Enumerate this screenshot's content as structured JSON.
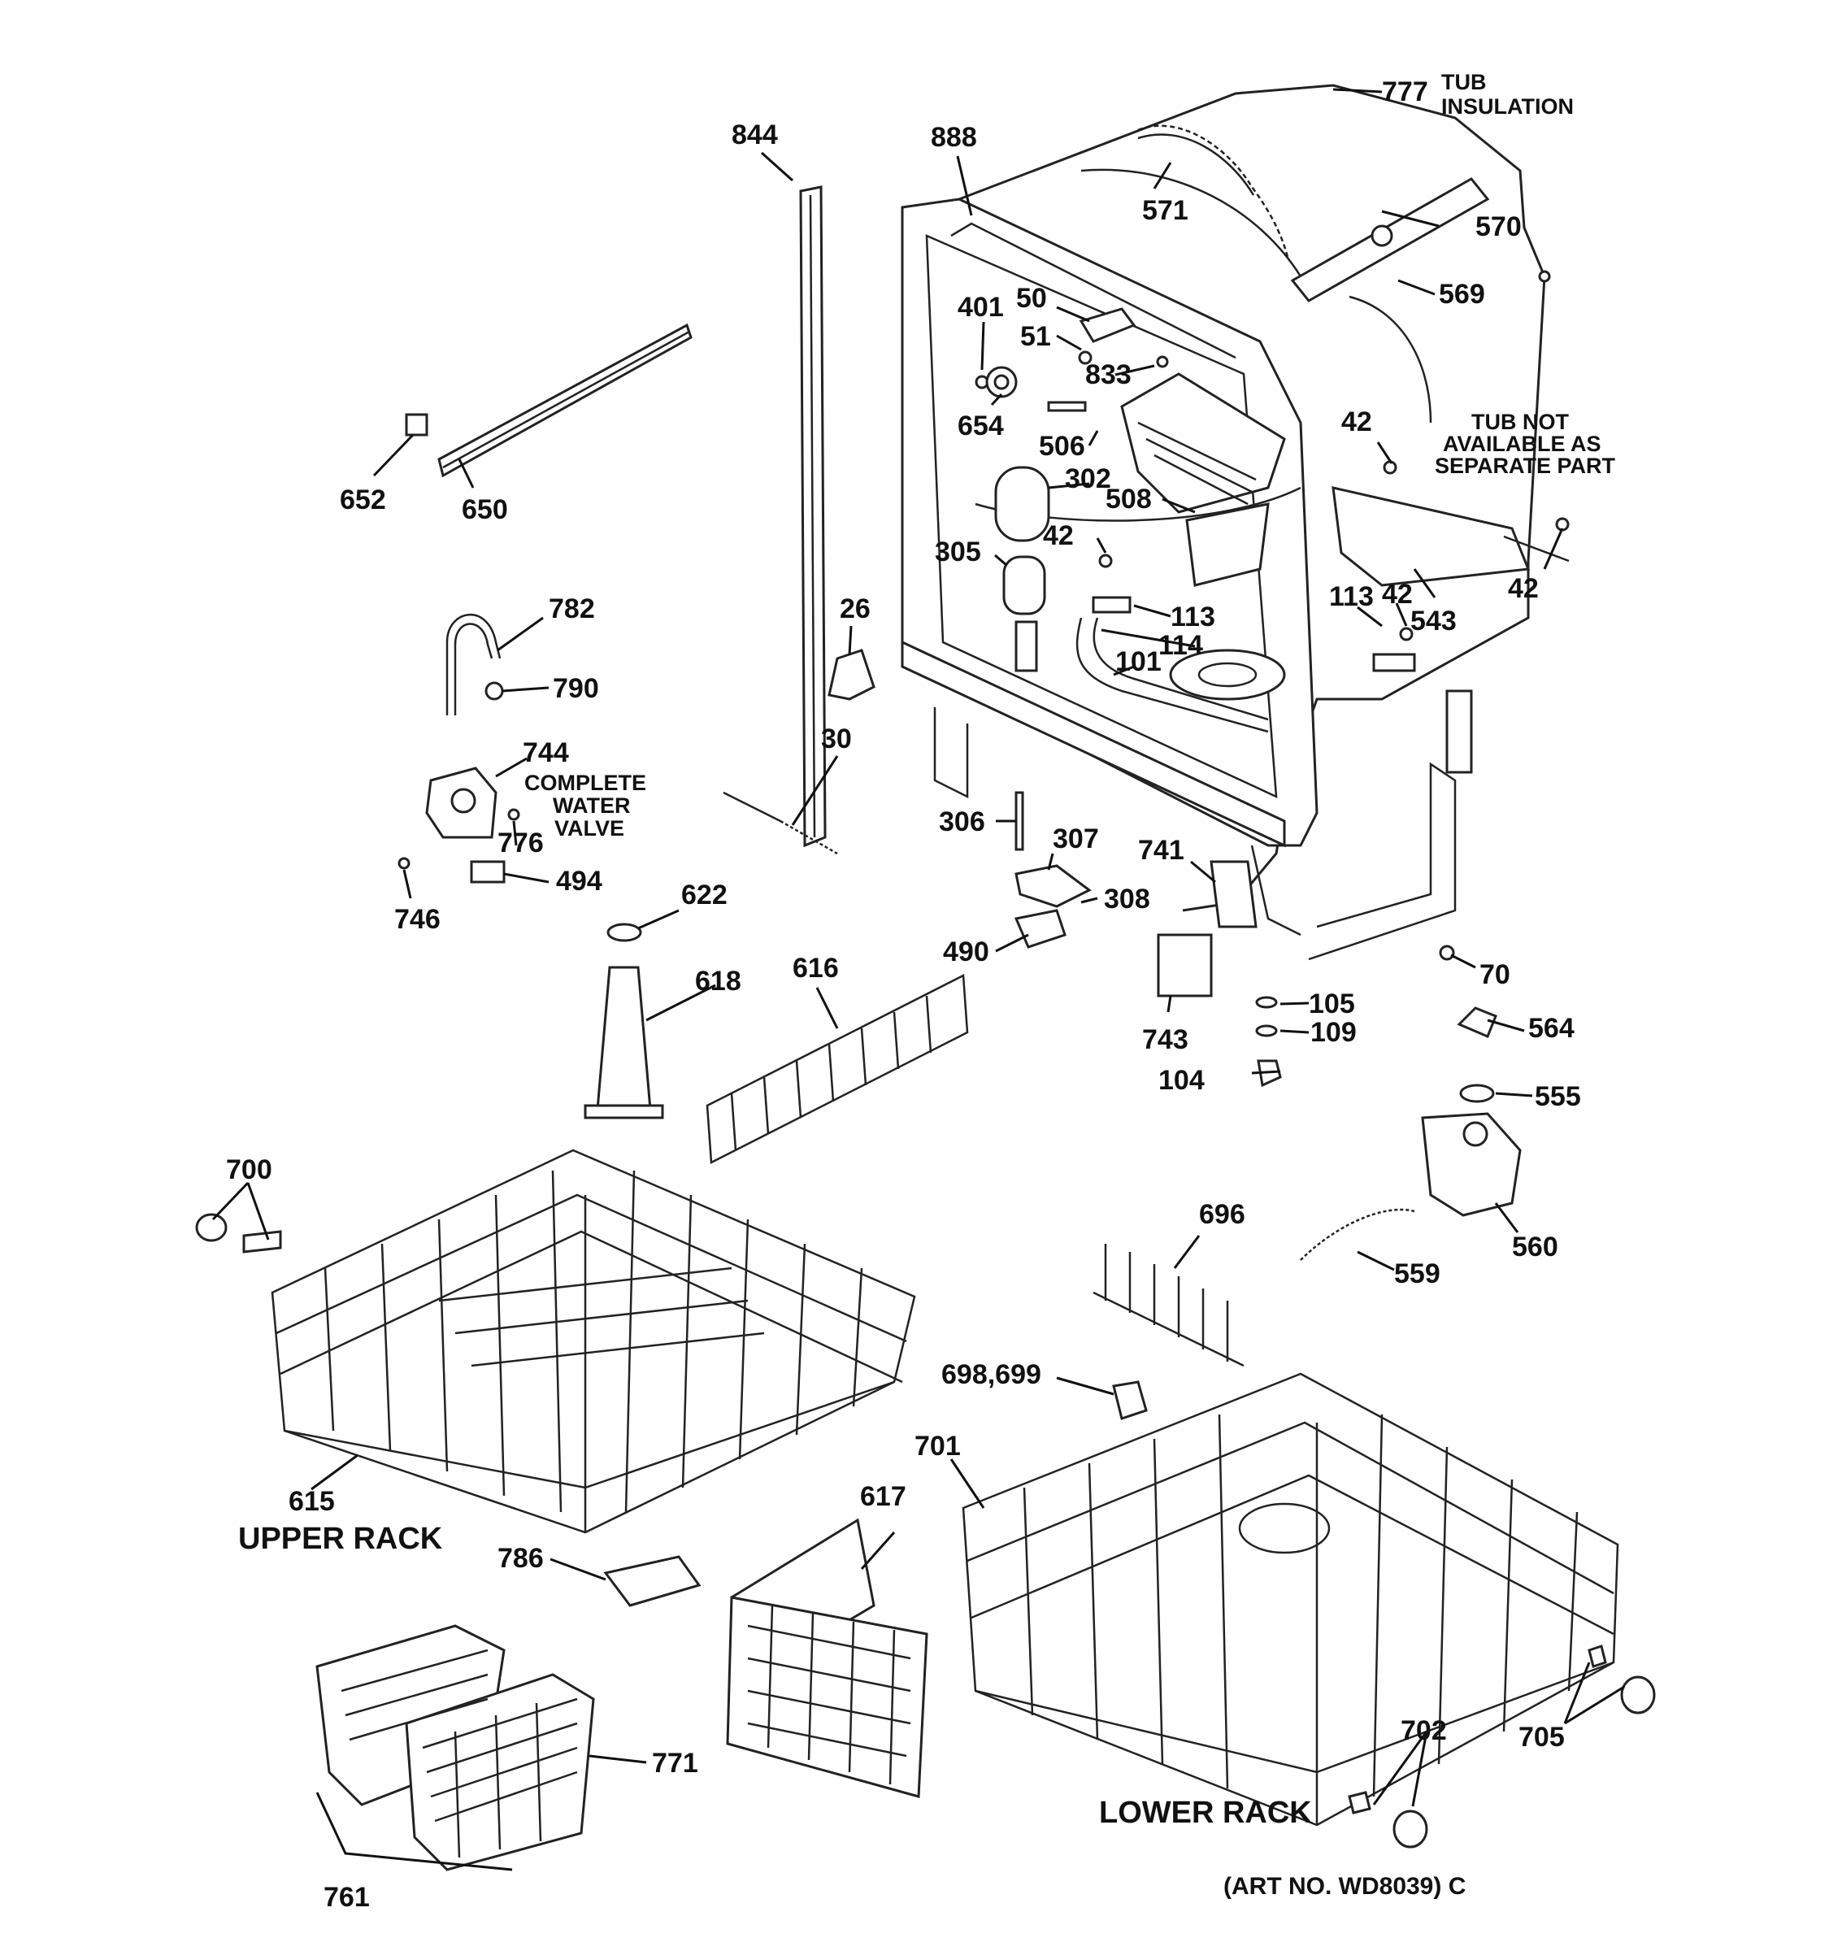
{
  "parts": {
    "p844": "844",
    "p888": "888",
    "p777": "777",
    "p571": "571",
    "p570": "570",
    "p569": "569",
    "p401": "401",
    "p50": "50",
    "p51": "51",
    "p833": "833",
    "p654": "654",
    "p506": "506",
    "p302": "302",
    "p508": "508",
    "p42a": "42",
    "p42b": "42",
    "p42c": "42",
    "p42d": "42",
    "p305": "305",
    "p113a": "113",
    "p113b": "113",
    "p114": "114",
    "p101": "101",
    "p543": "543",
    "p652": "652",
    "p650": "650",
    "p782": "782",
    "p790": "790",
    "p26": "26",
    "p30": "30",
    "p744": "744",
    "p776": "776",
    "p746": "746",
    "p494": "494",
    "p306": "306",
    "p307": "307",
    "p308": "308",
    "p490": "490",
    "p741": "741",
    "p743": "743",
    "p70": "70",
    "p105": "105",
    "p109": "109",
    "p104": "104",
    "p564": "564",
    "p555": "555",
    "p560": "560",
    "p559": "559",
    "p622": "622",
    "p618": "618",
    "p616": "616",
    "p700": "700",
    "p696": "696",
    "p698": "698,699",
    "p615": "615",
    "p701": "701",
    "p617": "617",
    "p786": "786",
    "p771": "771",
    "p761": "761",
    "p702": "702",
    "p705": "705"
  },
  "captions": {
    "tub_insulation_1": "TUB",
    "tub_insulation_2": "INSULATION",
    "tub_not_1": "TUB NOT",
    "tub_not_2": "AVAILABLE AS",
    "tub_not_3": "SEPARATE PART",
    "valve_1": "COMPLETE",
    "valve_2": "WATER",
    "valve_3": "VALVE",
    "upper_rack": "UPPER RACK",
    "lower_rack": "LOWER RACK",
    "art_no": "(ART NO. WD8039) C"
  }
}
